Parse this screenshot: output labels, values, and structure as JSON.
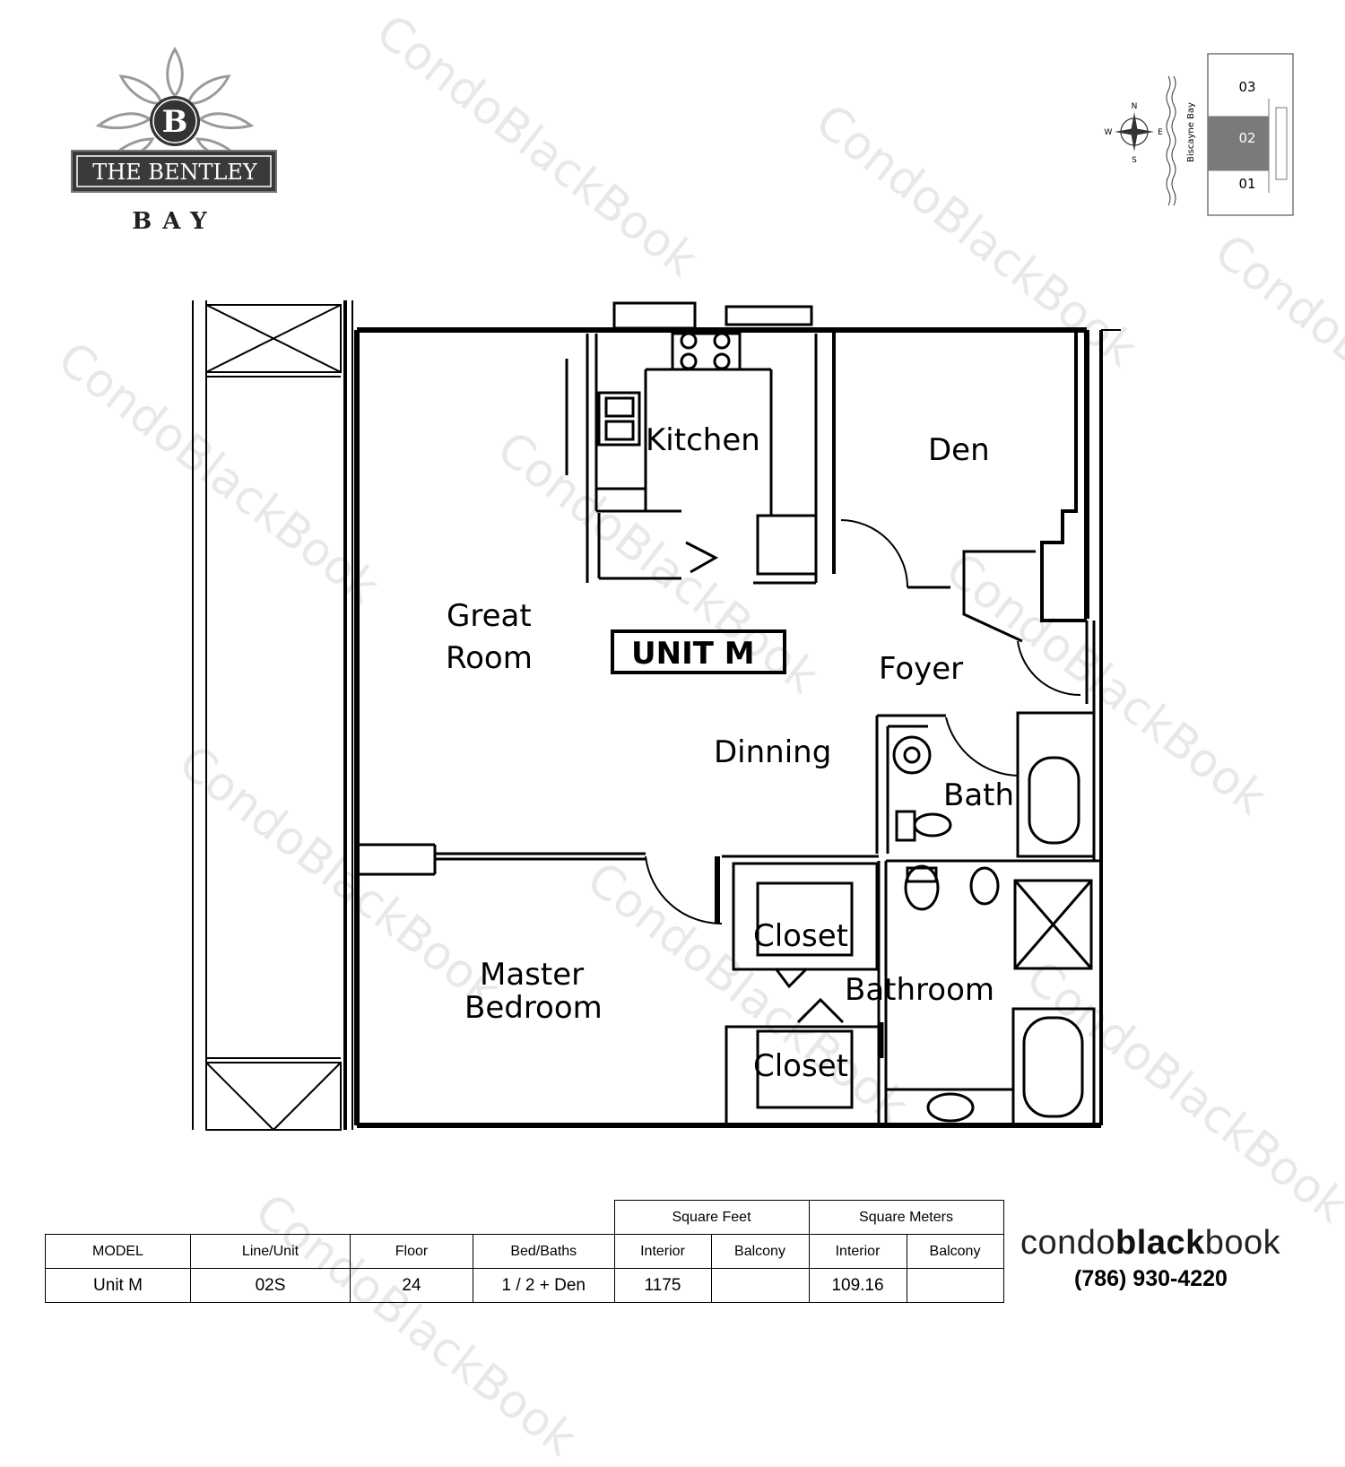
{
  "logo": {
    "letter": "B",
    "name": "THE BENTLEY",
    "sub": "BAY"
  },
  "keyplan": {
    "compass": {
      "n": "N",
      "s": "S",
      "e": "E",
      "w": "W"
    },
    "water_label": "Biscayne Bay",
    "units": [
      "03",
      "02",
      "01"
    ],
    "highlighted_unit": "02",
    "highlight_color": "#7a7a7a"
  },
  "floorplan": {
    "unit_label": "UNIT M",
    "rooms": {
      "kitchen": "Kitchen",
      "den": "Den",
      "great_room_1": "Great",
      "great_room_2": "Room",
      "foyer": "Foyer",
      "dining": "Dinning",
      "bath": "Bath",
      "closet_1": "Closet",
      "closet_2": "Closet",
      "bathroom": "Bathroom",
      "master_1": "Master",
      "master_2": "Bedroom"
    }
  },
  "specs": {
    "group_headers": {
      "sqft": "Square Feet",
      "sqm": "Square Meters"
    },
    "columns": [
      "MODEL",
      "Line/Unit",
      "Floor",
      "Bed/Baths",
      "Interior",
      "Balcony",
      "Interior",
      "Balcony"
    ],
    "row": [
      "Unit M",
      "02S",
      "24",
      "1 / 2 + Den",
      "1175",
      "",
      "109.16",
      ""
    ]
  },
  "brand": {
    "light": "condo",
    "bold": "black",
    "light2": "book",
    "phone": "(786) 930-4220"
  },
  "watermark": "CondoBlackBook"
}
